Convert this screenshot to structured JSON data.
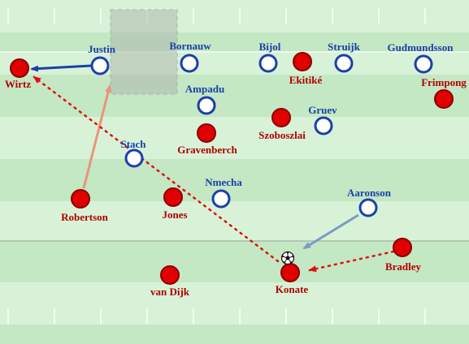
{
  "colors": {
    "stripe_light": "#d7f2d7",
    "stripe_dark": "#c3e8c3",
    "line": "#ffffff",
    "zone": "#b0b8b0",
    "team_blue": "#1b3faa",
    "team_red": "#cc0000",
    "arrow_blue": "#1b3faa",
    "arrow_salmon": "#e8957a",
    "arrow_steel": "#7a9ac4",
    "arrow_red_dotted": "#e01010"
  },
  "players": {
    "blue": [
      {
        "name": "Justin"
      },
      {
        "name": "Bornauw"
      },
      {
        "name": "Bijol"
      },
      {
        "name": "Struijk"
      },
      {
        "name": "Gudmundsson"
      },
      {
        "name": "Ampadu"
      },
      {
        "name": "Gruev"
      },
      {
        "name": "Stach"
      },
      {
        "name": "Nmecha"
      },
      {
        "name": "Aaronson"
      }
    ],
    "red": [
      {
        "name": "Wirtz"
      },
      {
        "name": "Ekitiké"
      },
      {
        "name": "Frimpong"
      },
      {
        "name": "Szoboszlai"
      },
      {
        "name": "Gravenberch"
      },
      {
        "name": "Robertson"
      },
      {
        "name": "Jones"
      },
      {
        "name": "Bradley"
      },
      {
        "name": "van Dijk"
      },
      {
        "name": "Konate"
      }
    ]
  },
  "ball": {
    "icon": "football-icon"
  }
}
